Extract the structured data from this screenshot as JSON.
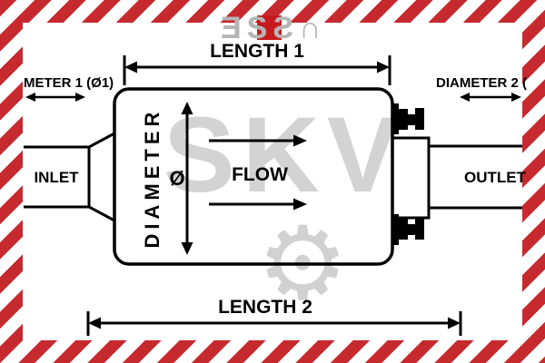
{
  "colors": {
    "stripe_red": "#c62a2f",
    "logo_red": "#c8191e",
    "line_black": "#000000",
    "watermark_gray": "#b6b6b6"
  },
  "watermark": {
    "brand_text": "SKV",
    "logo_text": "ƎSƧ∩",
    "gear_icon": "⚙"
  },
  "dimensions": {
    "length1_label": "LENGTH 1",
    "length2_label": "LENGTH 2",
    "diameter1_label": "METER 1 (Ø1)",
    "diameter2_label": "DIAMETER 2 (",
    "body_diameter_label": "DIAMETER",
    "diameter_symbol": "Ø"
  },
  "ports": {
    "inlet_label": "INLET",
    "outlet_label": "OUTLET"
  },
  "flow_label": "FLOW"
}
